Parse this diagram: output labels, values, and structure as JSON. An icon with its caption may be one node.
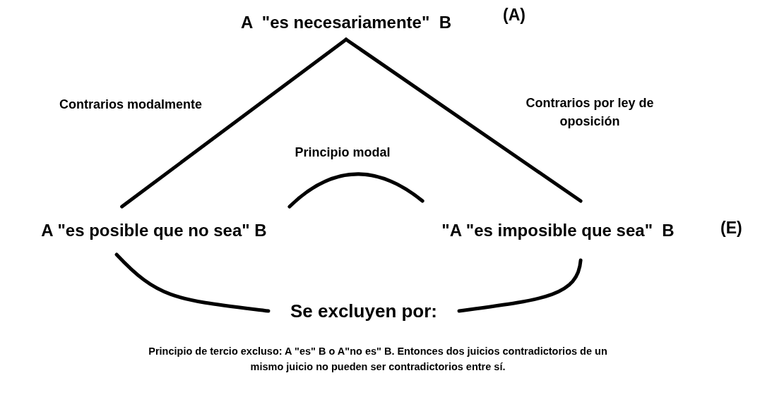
{
  "diagram": {
    "nodes": [
      {
        "text": [
          "A  \"es necesariamente\"  B"
        ],
        "beside": [
          "(A)"
        ]
      },
      {
        "text": [
          "A \"es posible que no sea\" B"
        ]
      },
      {
        "text": [
          "\"A \"es imposible que sea\"  B"
        ],
        "beside": [
          "(E)"
        ]
      },
      {
        "text": [
          "Se excluyen por:"
        ]
      }
    ],
    "edges": [
      {
        "from": 0,
        "to": 1,
        "arrow": "none",
        "label": "Contrarios modalmente"
      },
      {
        "from": 0,
        "to": 2,
        "arrow": "none",
        "label": "Contrarios por ley  de oposición"
      },
      {
        "from": 1,
        "to": 2,
        "arrow": "none",
        "label": "Principio modal"
      },
      {
        "from": 1,
        "to": 3,
        "arrow": "none"
      },
      {
        "from": 2,
        "to": 3,
        "arrow": "none"
      }
    ],
    "labels": [
      "Principio de tercio excluso: A \"es\" B o A\"no es\" B. Entonces dos juicios contradictorios de un mismo juicio no pueden ser contradictorios entre sí."
    ]
  }
}
